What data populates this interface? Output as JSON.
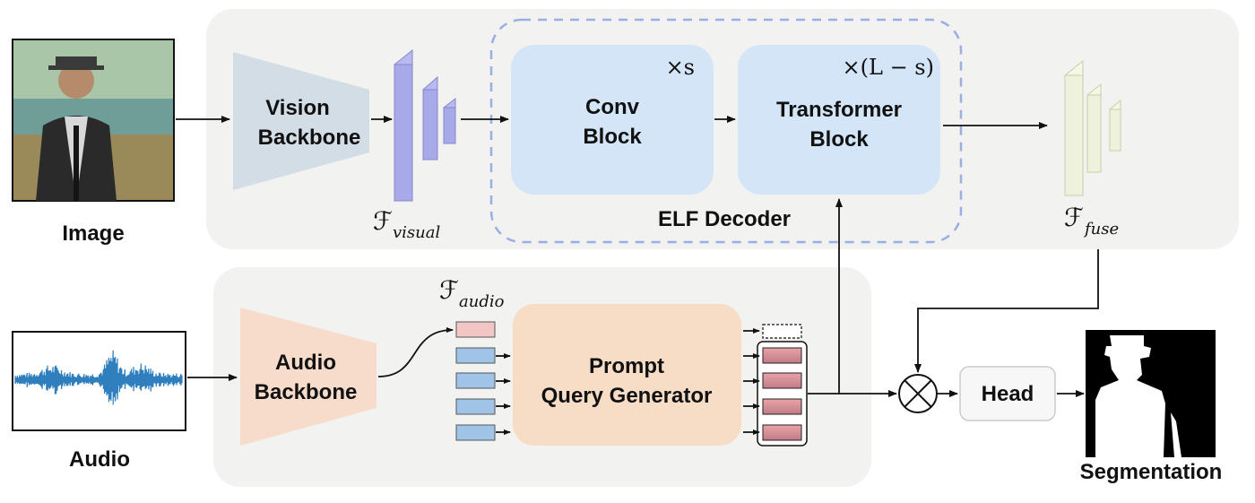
{
  "labels": {
    "image": "Image",
    "audio": "Audio",
    "vision_backbone_1": "Vision",
    "vision_backbone_2": "Backbone",
    "audio_backbone_1": "Audio",
    "audio_backbone_2": "Backbone",
    "conv_block_1": "Conv",
    "conv_block_2": "Block",
    "transformer_block_1": "Transformer",
    "transformer_block_2": "Block",
    "times_s": "×s",
    "times_l_minus_s": "×(L − s)",
    "elf_decoder": "ELF Decoder",
    "prompt_query_1": "Prompt",
    "prompt_query_2": "Query Generator",
    "head": "Head",
    "segmentation": "Segmentation",
    "f_visual_sym": "ℱ",
    "f_visual_sub": "visual",
    "f_fuse_sym": "ℱ",
    "f_fuse_sub": "fuse",
    "f_audio_sym": "ℱ",
    "f_audio_sub": "audio",
    "multiply_symbol": "⊗"
  },
  "colors": {
    "panel_bg": "#f2f2f0",
    "vision_backbone": "#d3dde6",
    "audio_backbone": "#f7dccb",
    "visual_feature": "#a7a9e8",
    "fuse_feature": "#eef1dc",
    "decoder_block": "#d4e5f7",
    "decoder_dash": "#9aaee6",
    "prompt_query": "#f7dcc6",
    "audio_query": "#f3c6c6",
    "query_token": "#9fc4e8",
    "output_token": "#d28a92",
    "waveform": "#2f7fbf"
  }
}
